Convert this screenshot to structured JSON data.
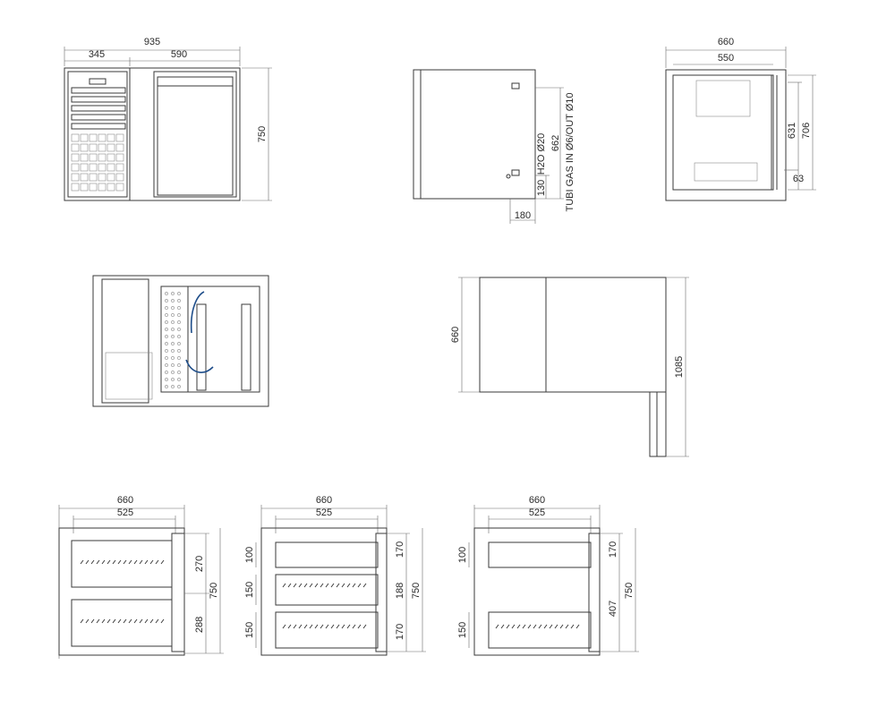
{
  "front_view": {
    "width_total": "935",
    "width_left": "345",
    "width_right": "590",
    "height": "750"
  },
  "side_view": {
    "height": "662",
    "offset_bottom": "130",
    "offset_side": "180",
    "label_water": "H2O Ø20",
    "label_gas": "TUBI GAS IN Ø6/OUT Ø10"
  },
  "section_view": {
    "width_outer": "660",
    "width_inner": "550",
    "height_inner": "631",
    "height_outer": "706",
    "foot": "63"
  },
  "top_view": {
    "depth": "660",
    "length": "1085"
  },
  "variant_a": {
    "width_outer": "660",
    "width_inner": "525",
    "height_top": "270",
    "height_bottom": "288",
    "height_total": "750"
  },
  "variant_b": {
    "width_outer": "660",
    "width_inner": "525",
    "left_top": "100",
    "left_mid": "150",
    "left_bottom": "150",
    "right_top": "170",
    "right_mid": "188",
    "right_bottom": "170",
    "height_total": "750"
  },
  "variant_c": {
    "width_outer": "660",
    "width_inner": "525",
    "left_top": "100",
    "left_bottom": "150",
    "right_top": "170",
    "right_bottom": "407",
    "height_total": "750"
  }
}
